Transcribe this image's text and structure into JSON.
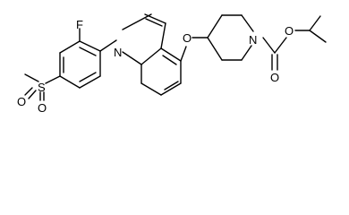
{
  "molecule": {
    "atoms": {
      "F": "F",
      "N_indole": "N",
      "O_ether": "O",
      "N_piperidine": "N",
      "O_ester": "O",
      "O_carbonyl": "O",
      "S": "S",
      "O_sulfonyl_1": "O",
      "O_sulfonyl_2": "O"
    }
  },
  "colors": {
    "bond": "#000000",
    "text": "#000000",
    "background": "#ffffff"
  }
}
